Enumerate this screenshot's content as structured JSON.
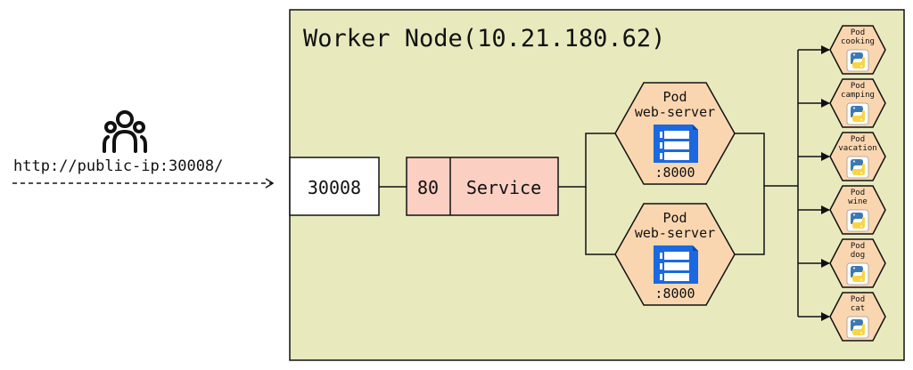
{
  "node": {
    "title": "Worker Node(10.21.180.62)"
  },
  "client": {
    "url": "http://public-ip:30008/",
    "icon": "users-icon"
  },
  "nodeport": {
    "label": "30008"
  },
  "service": {
    "port": "80",
    "label": "Service"
  },
  "web_pods": [
    {
      "kind": "Pod",
      "name": "web-server",
      "port": ":8000",
      "icon": "server-stack-icon"
    },
    {
      "kind": "Pod",
      "name": "web-server",
      "port": ":8000",
      "icon": "server-stack-icon"
    }
  ],
  "app_pods": [
    {
      "kind": "Pod",
      "name": "cooking",
      "icon": "python-icon"
    },
    {
      "kind": "Pod",
      "name": "camping",
      "icon": "python-icon"
    },
    {
      "kind": "Pod",
      "name": "vacation",
      "icon": "python-icon"
    },
    {
      "kind": "Pod",
      "name": "wine",
      "icon": "python-icon"
    },
    {
      "kind": "Pod",
      "name": "dog",
      "icon": "python-icon"
    },
    {
      "kind": "Pod",
      "name": "cat",
      "icon": "python-icon"
    }
  ],
  "colors": {
    "node_bg": "#e8eabe",
    "pod_fill": "#fad6b0",
    "service_fill": "#fccfc3",
    "server_icon": "#1b68e0",
    "python_blue": "#3b79b4",
    "python_yellow": "#f9d546"
  }
}
